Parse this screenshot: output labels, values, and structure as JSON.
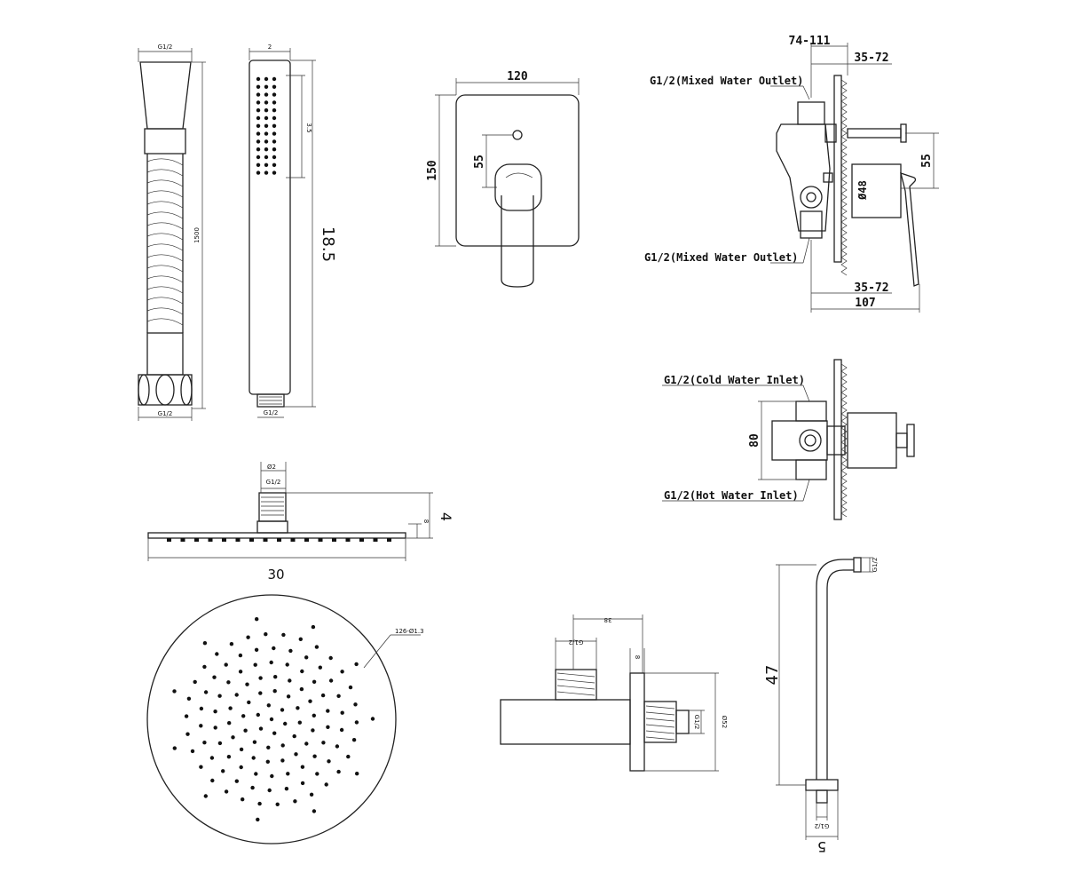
{
  "colors": {
    "ink": "#111111",
    "paper": "#ffffff"
  },
  "hose": {
    "top_label": "G1/2",
    "length_label": "1500",
    "bottom_label": "G1/2"
  },
  "handshower": {
    "width_label": "2",
    "spray_label": "3.5",
    "length_label": "18.5",
    "bottom_label": "G1/2"
  },
  "valve_front": {
    "width_label": "120",
    "height_label": "150",
    "offset_label": "55"
  },
  "valve_side": {
    "depth_label": "74-111",
    "wall_label": "35-72",
    "outlet_top_label": "G1/2(Mixed Water Outlet)",
    "outlet_bottom_label": "G1/2(Mixed Water Outlet)",
    "diameter_label": "Ø48",
    "offset_label": "55",
    "wall_bottom_label": "35-72",
    "total_label": "107"
  },
  "valve_top": {
    "cold_label": "G1/2(Cold Water Inlet)",
    "hot_label": "G1/2(Hot Water Inlet)",
    "spacing_label": "80"
  },
  "rainhead_side": {
    "neck_label": "Ø2",
    "thread_label": "G1/2",
    "height_label": "4",
    "small_label": "8",
    "width_label": "30"
  },
  "rainhead_top": {
    "holes_label": "126-Ø1.3"
  },
  "wall_outlet": {
    "length_label": "38",
    "thread_top_label": "G1/2",
    "thickness_label": "8",
    "thread_side_label": "G1/2",
    "diameter_label": "Ø52"
  },
  "arm": {
    "thread_label": "G1/2",
    "height_label": "47",
    "bottom_thread_label": "G1/2",
    "width_label": "5"
  }
}
